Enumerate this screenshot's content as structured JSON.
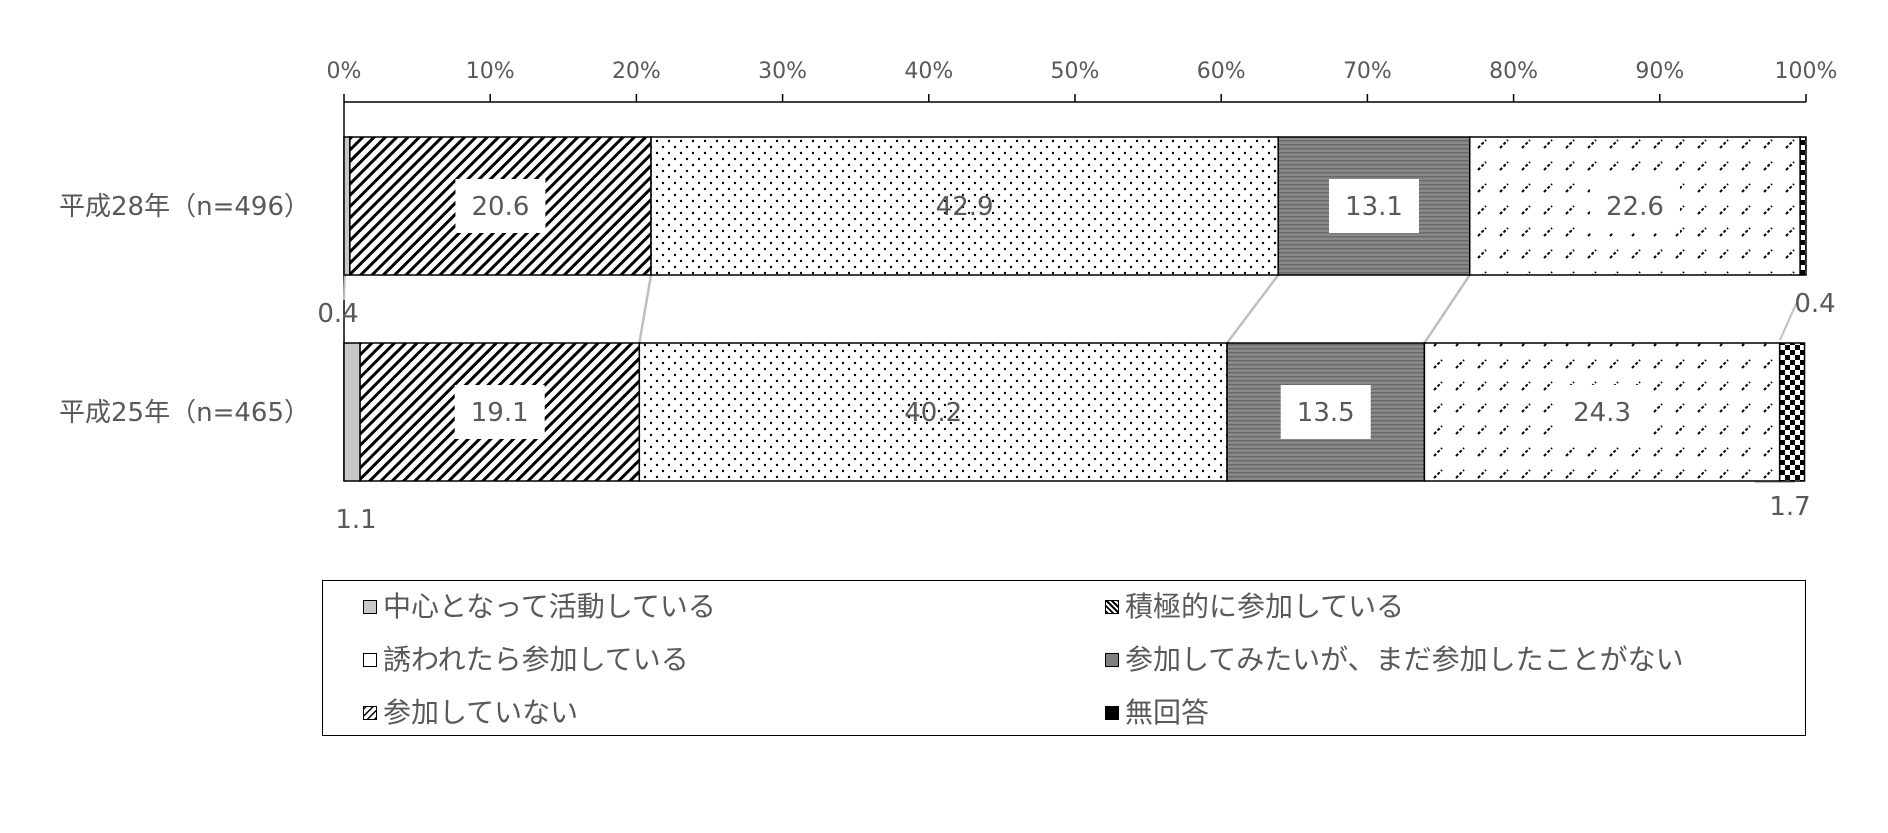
{
  "chart_data": {
    "type": "bar",
    "orientation": "horizontal-stacked-100",
    "xlim": [
      0,
      100
    ],
    "x_ticks": [
      "0%",
      "10%",
      "20%",
      "30%",
      "40%",
      "50%",
      "60%",
      "70%",
      "80%",
      "90%",
      "100%"
    ],
    "categories": [
      "平成28年（n=496）",
      "平成25年（n=465）"
    ],
    "series": [
      {
        "name": "中心となって活動している",
        "values": [
          0.4,
          1.1
        ],
        "color": "#c8c8c8",
        "pattern": "solid-light"
      },
      {
        "name": "積極的に参加している",
        "values": [
          20.6,
          19.1
        ],
        "color": "#ffffff",
        "pattern": "diagonal-dense"
      },
      {
        "name": "誘われたら参加している",
        "values": [
          42.9,
          40.2
        ],
        "color": "#ffffff",
        "pattern": "dots"
      },
      {
        "name": "参加してみたいが、まだ参加したことがない",
        "values": [
          13.1,
          13.5
        ],
        "color": "#808080",
        "pattern": "horizontal-lines"
      },
      {
        "name": "参加していない",
        "values": [
          22.6,
          24.3
        ],
        "color": "#ffffff",
        "pattern": "dashes"
      },
      {
        "name": "無回答",
        "values": [
          0.4,
          1.7
        ],
        "color": "#000000",
        "pattern": "checker"
      }
    ],
    "data_labels": [
      [
        "0.4",
        "20.6",
        "42.9",
        "13.1",
        "22.6",
        "0.4"
      ],
      [
        "1.1",
        "19.1",
        "40.2",
        "13.5",
        "24.3",
        "1.7"
      ]
    ],
    "legend_position": "bottom",
    "grid": false
  }
}
